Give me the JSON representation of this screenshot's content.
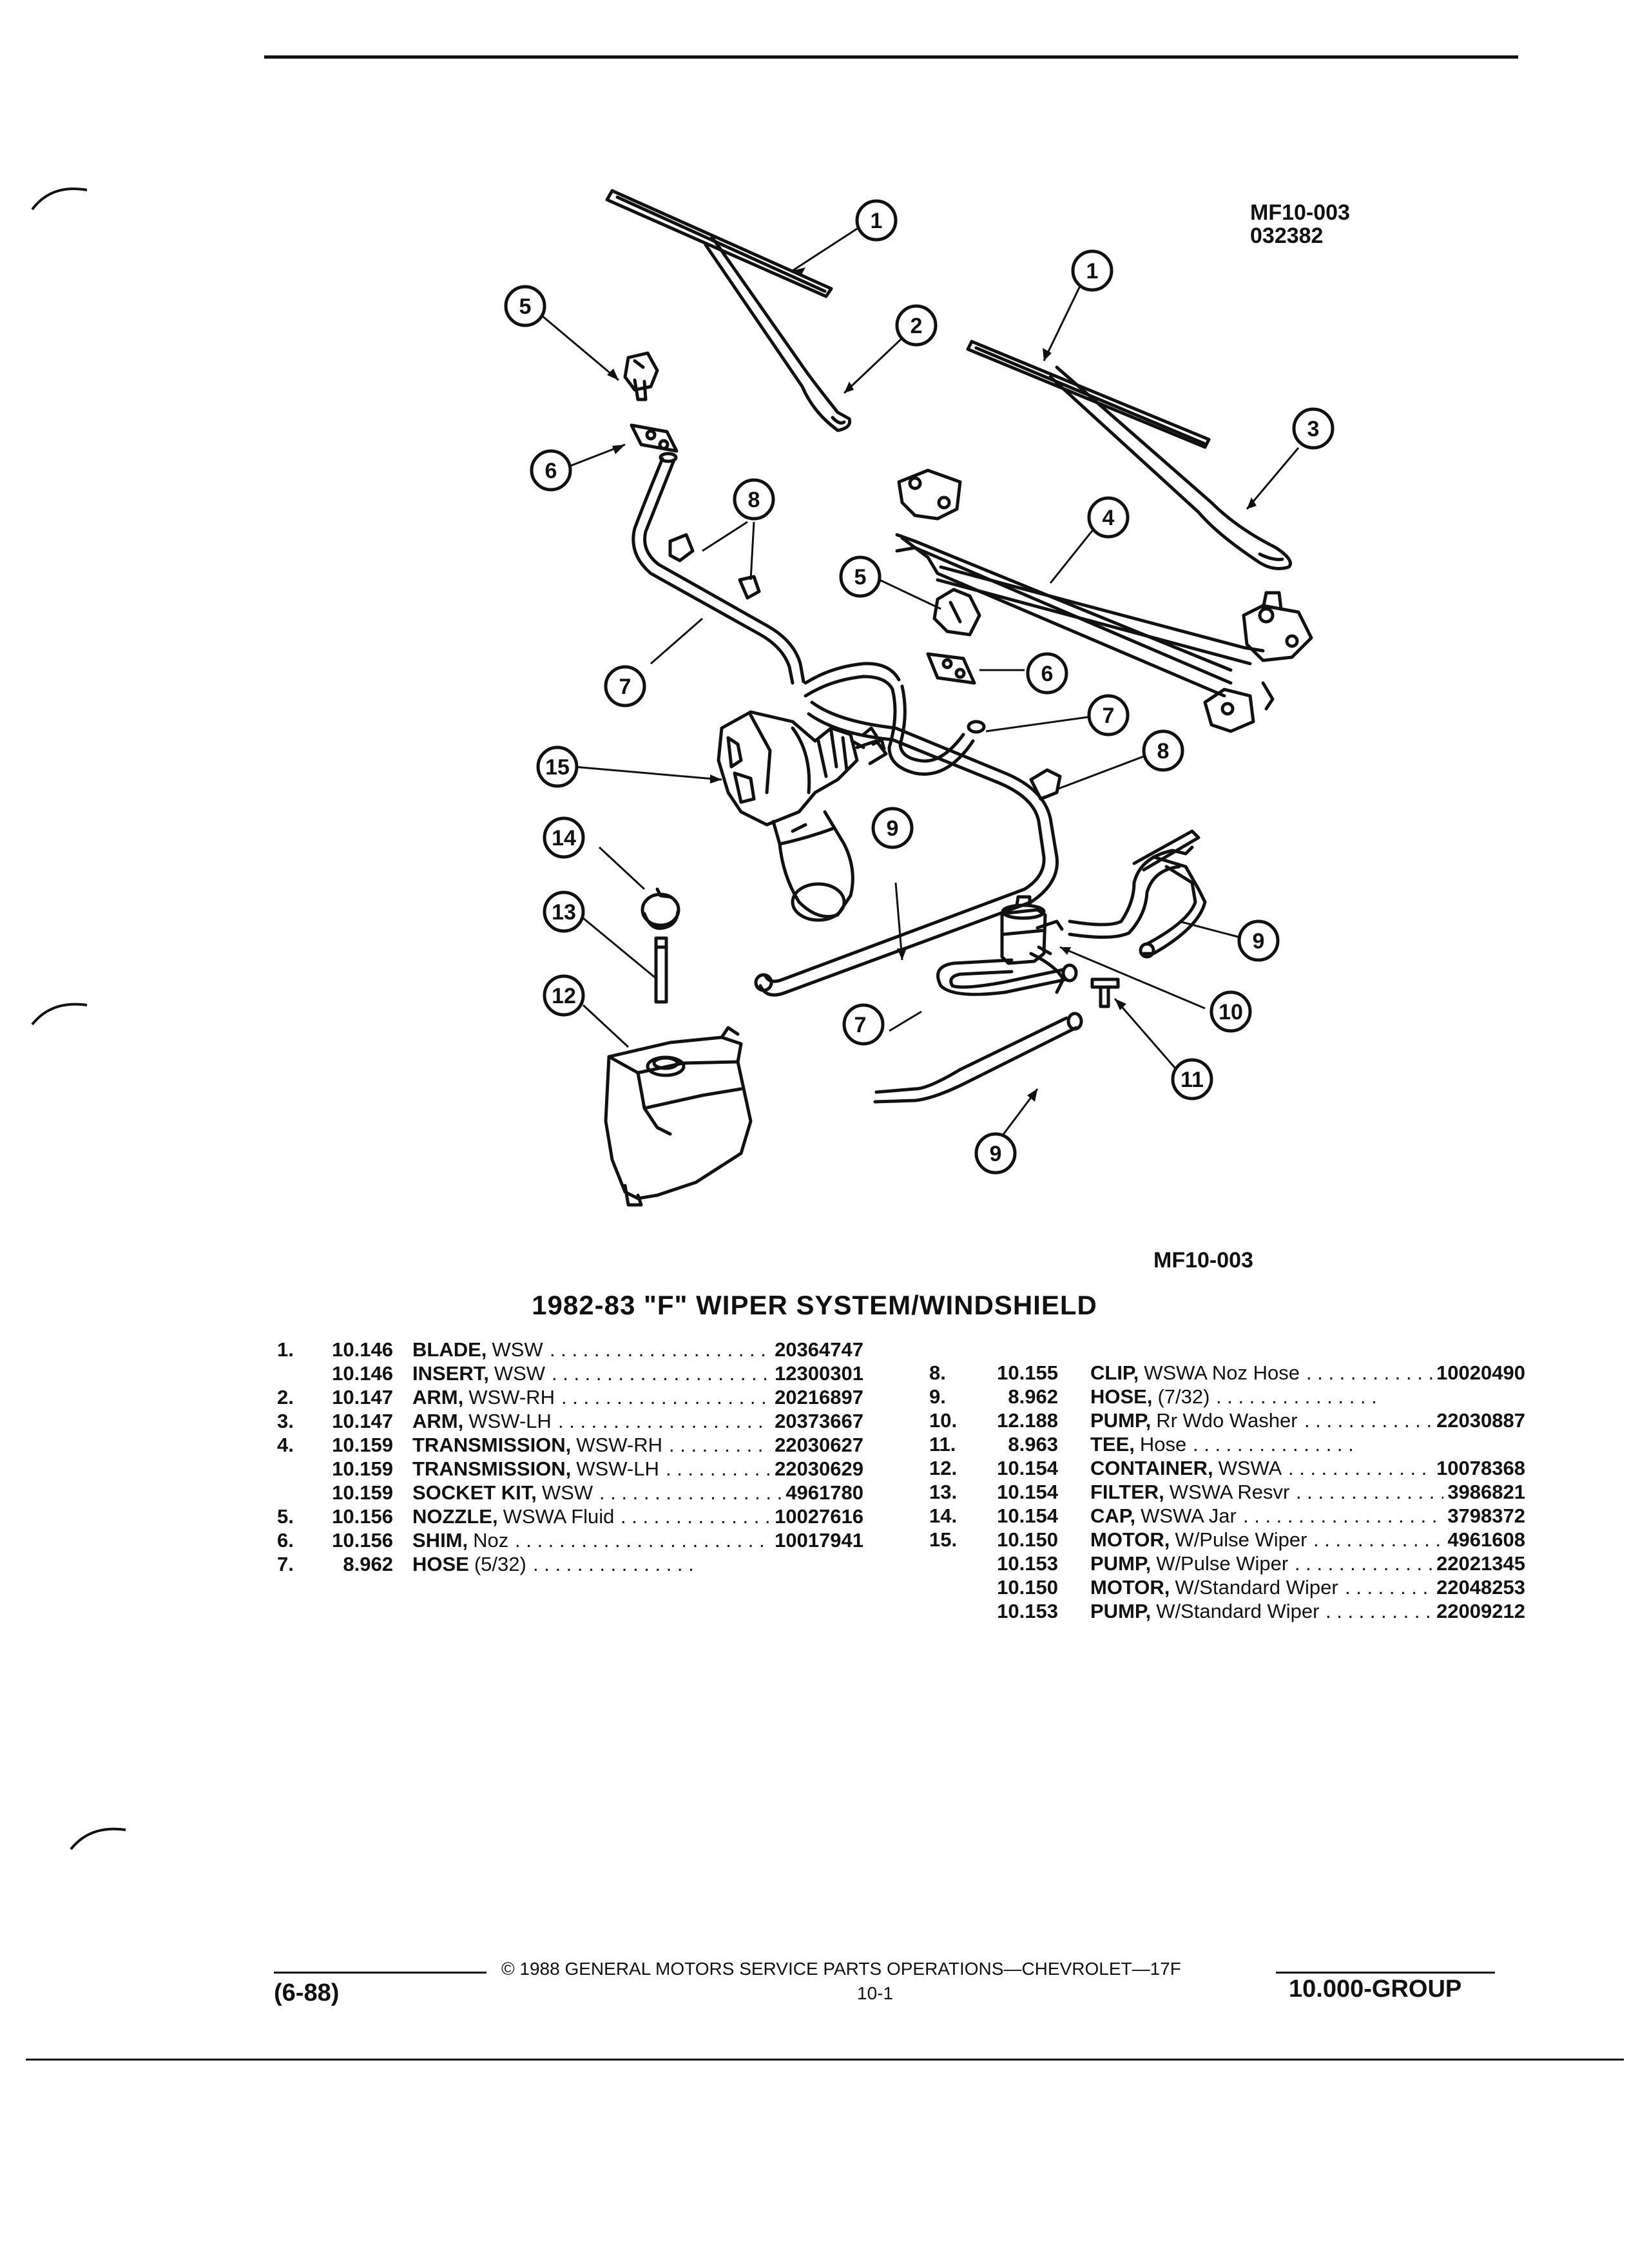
{
  "figure": {
    "code_top": "MF10-003",
    "code_date": "032382",
    "code_bottom": "MF10-003",
    "callouts": [
      "1",
      "1",
      "2",
      "3",
      "4",
      "5",
      "5",
      "6",
      "6",
      "7",
      "7",
      "7",
      "8",
      "8",
      "9",
      "9",
      "9",
      "10",
      "11",
      "12",
      "13",
      "14",
      "15"
    ]
  },
  "title": "1982-83 \"F\" WIPER SYSTEM/WINDSHIELD",
  "parts_left": [
    {
      "num": "1.",
      "code": "10.146",
      "name": "BLADE,",
      "spec": "WSW",
      "part": "20364747"
    },
    {
      "num": "",
      "code": "10.146",
      "name": "INSERT,",
      "spec": "WSW",
      "part": "12300301"
    },
    {
      "num": "2.",
      "code": "10.147",
      "name": "ARM,",
      "spec": "WSW-RH",
      "part": "20216897"
    },
    {
      "num": "3.",
      "code": "10.147",
      "name": "ARM,",
      "spec": "WSW-LH",
      "part": "20373667"
    },
    {
      "num": "4.",
      "code": "10.159",
      "name": "TRANSMISSION,",
      "spec": "WSW-RH",
      "part": "22030627"
    },
    {
      "num": "",
      "code": "10.159",
      "name": "TRANSMISSION,",
      "spec": "WSW-LH",
      "part": "22030629"
    },
    {
      "num": "",
      "code": "10.159",
      "name": "SOCKET KIT,",
      "spec": "WSW",
      "part": "4961780"
    },
    {
      "num": "5.",
      "code": "10.156",
      "name": "NOZZLE,",
      "spec": "WSWA Fluid",
      "part": "10027616"
    },
    {
      "num": "6.",
      "code": "10.156",
      "name": "SHIM,",
      "spec": "Noz",
      "part": "10017941"
    },
    {
      "num": "7.",
      "code": "8.962",
      "name": "HOSE",
      "spec": "(5/32)",
      "part": ""
    }
  ],
  "parts_right": [
    {
      "num": "8.",
      "code": "10.155",
      "name": "CLIP,",
      "spec": "WSWA Noz Hose",
      "part": "10020490"
    },
    {
      "num": "9.",
      "code": "8.962",
      "name": "HOSE,",
      "spec": "(7/32)",
      "part": ""
    },
    {
      "num": "10.",
      "code": "12.188",
      "name": "PUMP,",
      "spec": "Rr Wdo Washer",
      "part": "22030887"
    },
    {
      "num": "11.",
      "code": "8.963",
      "name": "TEE,",
      "spec": "Hose",
      "part": ""
    },
    {
      "num": "12.",
      "code": "10.154",
      "name": "CONTAINER,",
      "spec": "WSWA",
      "part": "10078368"
    },
    {
      "num": "13.",
      "code": "10.154",
      "name": "FILTER,",
      "spec": "WSWA Resvr",
      "part": "3986821"
    },
    {
      "num": "14.",
      "code": "10.154",
      "name": "CAP,",
      "spec": "WSWA Jar",
      "part": "3798372"
    },
    {
      "num": "15.",
      "code": "10.150",
      "name": "MOTOR,",
      "spec": "W/Pulse Wiper",
      "part": "4961608"
    },
    {
      "num": "",
      "code": "10.153",
      "name": "PUMP,",
      "spec": "W/Pulse Wiper",
      "part": "22021345"
    },
    {
      "num": "",
      "code": "10.150",
      "name": "MOTOR,",
      "spec": "W/Standard Wiper",
      "part": "22048253"
    },
    {
      "num": "",
      "code": "10.153",
      "name": "PUMP,",
      "spec": "W/Standard Wiper",
      "part": "22009212"
    }
  ],
  "footer": {
    "copyright": "© 1988 GENERAL MOTORS SERVICE PARTS OPERATIONS—CHEVROLET—17F",
    "date": "(6-88)",
    "page": "10-1",
    "group": "10.000-GROUP"
  }
}
